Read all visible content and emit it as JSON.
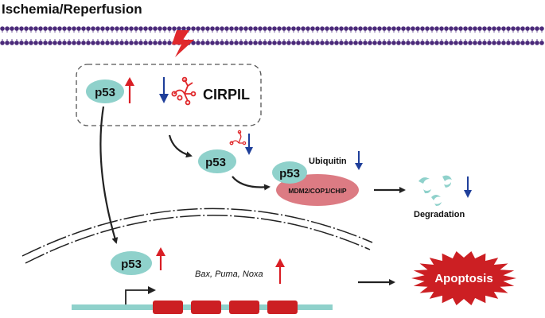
{
  "title": "Ischemia/Reperfusion",
  "labels": {
    "p53_top": "p53",
    "cirpil": "CIRPIL",
    "p53_mid": "p53",
    "p53_complex": "p53",
    "ubiquitin": "Ubiquitin",
    "mdm2": "MDM2/COP1/CHIP",
    "degradation": "Degradation",
    "p53_nucleus": "p53",
    "genes": "Bax, Puma, Noxa",
    "apoptosis": "Apoptosis"
  },
  "colors": {
    "membrane": "#4b2a7a",
    "lightning": "#e0282b",
    "p53_fill": "#8fd1cb",
    "mdm2_fill": "#dc7b83",
    "up_arrow": "#d91e25",
    "down_arrow": "#1f3f9a",
    "dna": "#8fd1cb",
    "exon": "#cc1f23",
    "apoptosis": "#cc1f23"
  },
  "icons": {
    "lightning": "lightning-bolt-icon",
    "rna": "rna-hairpin-icon",
    "fragments": "degradation-fragments-icon"
  }
}
